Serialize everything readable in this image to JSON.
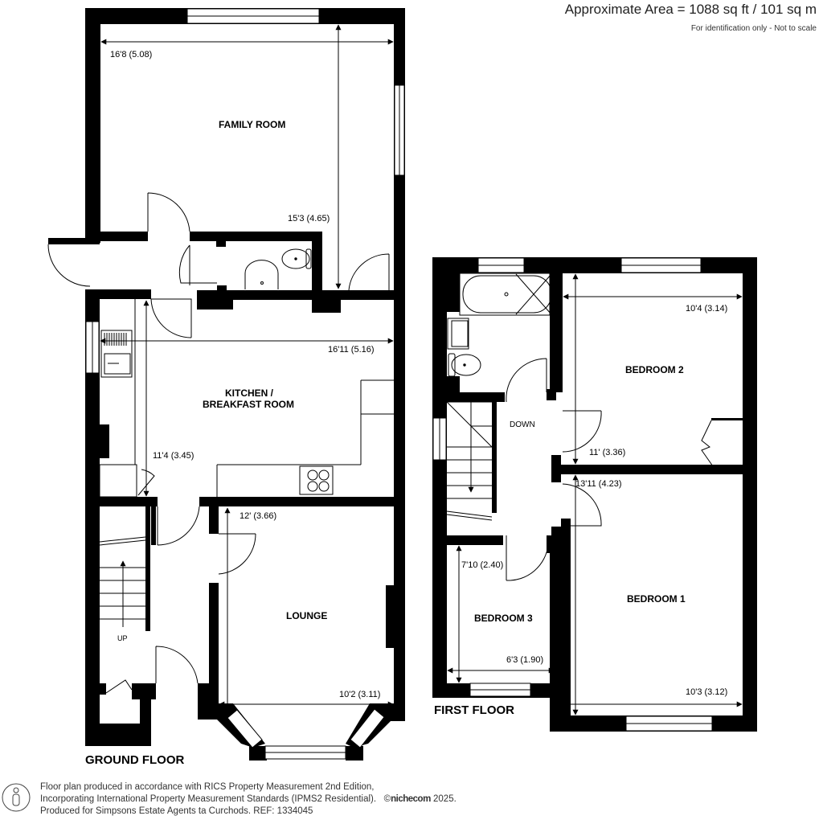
{
  "header": {
    "area_text": "Approximate Area = 1088 sq ft / 101 sq m",
    "note": "For identification only - Not to scale"
  },
  "ground_floor": {
    "label": "GROUND FLOOR",
    "rooms": [
      {
        "name": "FAMILY ROOM",
        "dims": [
          "16'8 (5.08)",
          "15'3 (4.65)"
        ]
      },
      {
        "name_line1": "KITCHEN /",
        "name_line2": "BREAKFAST ROOM",
        "dims": [
          "16'11 (5.16)",
          "11'4 (3.45)"
        ]
      },
      {
        "name": "LOUNGE",
        "dims": [
          "12' (3.66)",
          "10'2 (3.11)"
        ]
      }
    ],
    "stairs_label": "UP"
  },
  "first_floor": {
    "label": "FIRST FLOOR",
    "rooms": [
      {
        "name": "BEDROOM 2",
        "dims": [
          "10'4 (3.14)",
          "11' (3.36)"
        ]
      },
      {
        "name": "BEDROOM 1",
        "dims": [
          "13'11 (4.23)",
          "10'3 (3.12)"
        ]
      },
      {
        "name": "BEDROOM 3",
        "dims": [
          "7'10 (2.40)",
          "6'3 (1.90)"
        ]
      }
    ],
    "stairs_label": "DOWN"
  },
  "footer": {
    "line1": "Floor plan produced in accordance with RICS Property Measurement 2nd Edition,",
    "line2": "Incorporating International Property Measurement Standards (IPMS2 Residential).",
    "copyright_symbol": "©",
    "brand": "nichecom",
    "year": "2025.",
    "line3": "Produced for Simpsons Estate Agents ta Curchods.   REF: 1334045"
  }
}
